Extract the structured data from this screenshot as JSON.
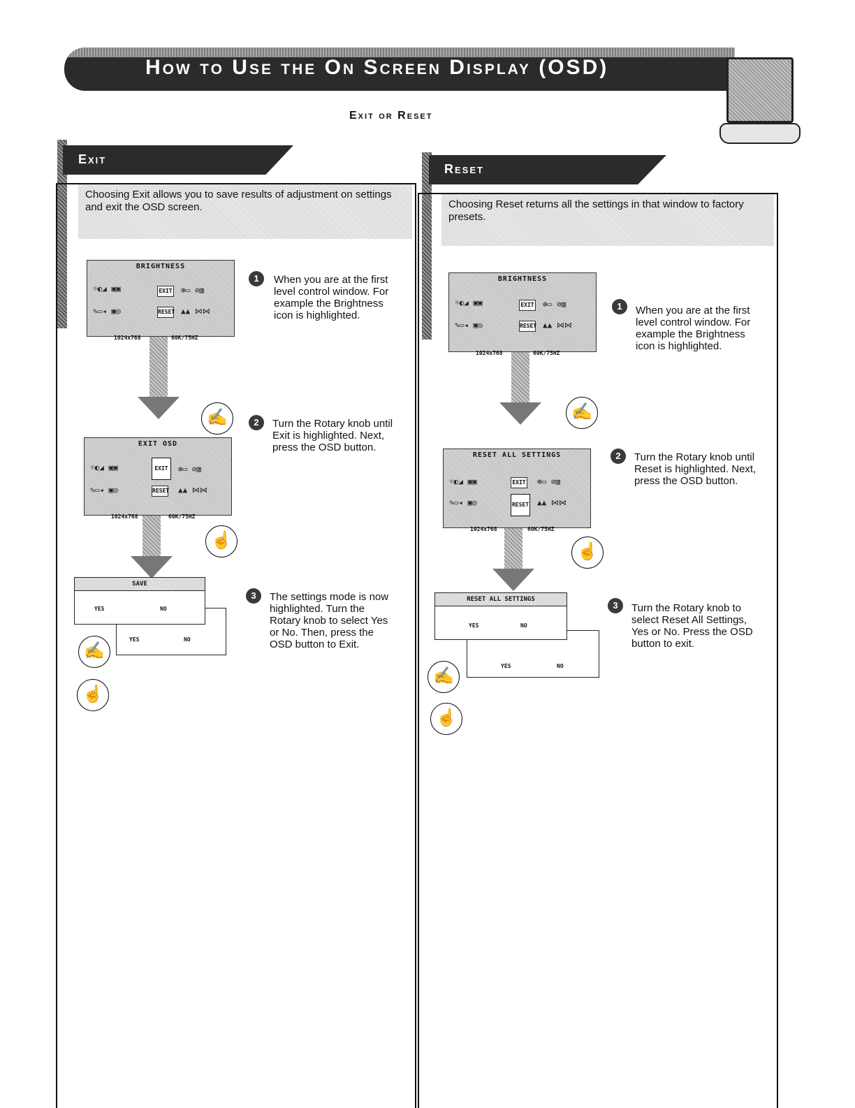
{
  "header": {
    "title": "How to Use the On Screen Display (OSD)",
    "subtitle": "Exit or Reset"
  },
  "exit_panel": {
    "tab": "Exit",
    "intro": "Choosing Exit allows you to save results of adjustment on settings and exit the OSD screen.",
    "screen1": {
      "title": "BRIGHTNESS",
      "exit_btn": "EXIT",
      "reset_btn": "RESET",
      "res": "1024x768",
      "freq": "60K/75HZ"
    },
    "screen2": {
      "title": "EXIT OSD",
      "exit_btn": "EXIT",
      "reset_btn": "RESET",
      "res": "1024x768",
      "freq": "60K/75HZ"
    },
    "dialog": {
      "title": "SAVE",
      "yes": "YES",
      "no": "NO",
      "yes2": "YES",
      "no2": "NO"
    },
    "steps": [
      {
        "num": "1",
        "text": "When you are at the first level control window. For example the Brightness icon is highlighted."
      },
      {
        "num": "2",
        "text": "Turn the Rotary knob until Exit is highlighted. Next, press the OSD button."
      },
      {
        "num": "3",
        "text": "The settings mode is now highlighted. Turn the Rotary knob to select Yes or No. Then, press the OSD button to Exit."
      }
    ]
  },
  "reset_panel": {
    "tab": "Reset",
    "intro": "Choosing Reset returns all the settings in that window to factory presets.",
    "screen1": {
      "title": "BRIGHTNESS",
      "exit_btn": "EXIT",
      "reset_btn": "RESET",
      "res": "1024x768",
      "freq": "60K/75HZ"
    },
    "screen2": {
      "title": "RESET ALL SETTINGS",
      "exit_btn": "EXIT",
      "reset_btn": "RESET",
      "res": "1024x768",
      "freq": "60K/75HZ"
    },
    "dialog": {
      "title": "RESET ALL SETTINGS",
      "yes": "YES",
      "no": "NO",
      "yes2": "YES",
      "no2": "NO"
    },
    "steps": [
      {
        "num": "1",
        "text": "When you are at the first level control window. For example the Brightness icon is highlighted."
      },
      {
        "num": "2",
        "text": "Turn the Rotary knob until Reset is highlighted. Next, press the OSD button."
      },
      {
        "num": "3",
        "text": "Turn the Rotary knob to select Reset All Settings, Yes or No. Press the OSD button to exit."
      }
    ]
  },
  "icons": {
    "monitor": "monitor-icon",
    "hand_turn": "hand-turn-icon",
    "hand_press": "hand-press-icon",
    "arrow": "arrow-down-icon"
  }
}
